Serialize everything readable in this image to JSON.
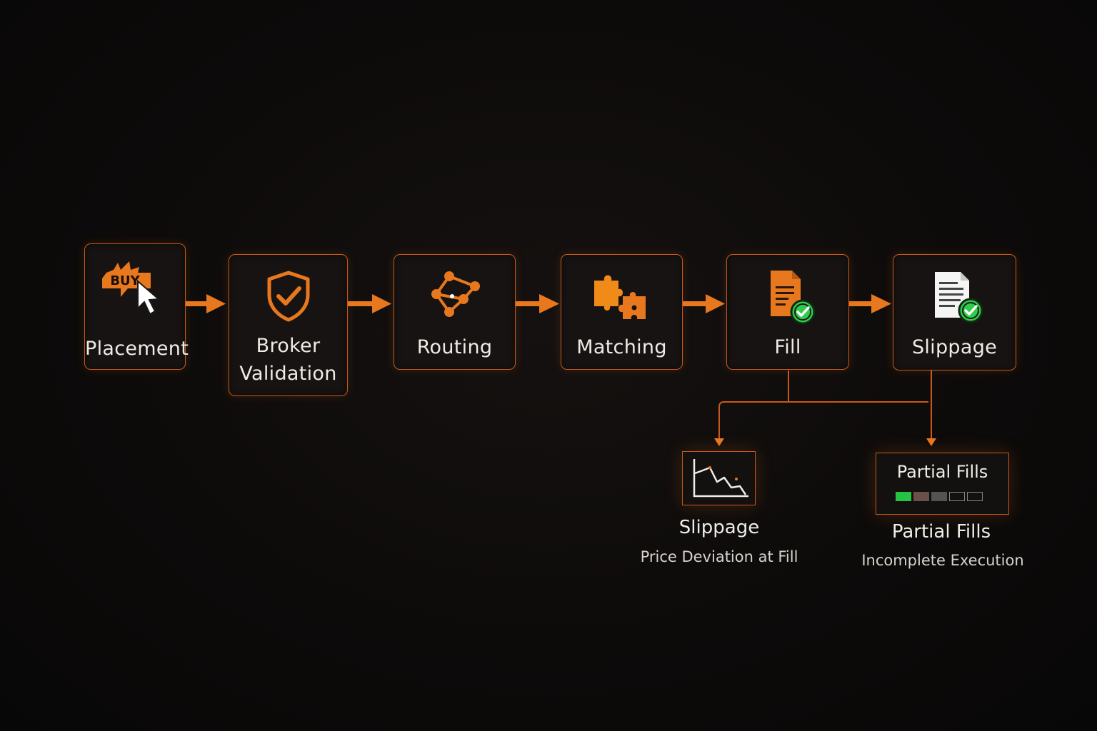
{
  "steps": [
    {
      "id": "placement",
      "label": "Placement",
      "icon": "buy-cursor-icon"
    },
    {
      "id": "broker-validation",
      "label_lines": [
        "Broker",
        "Validation"
      ],
      "icon": "shield-check-icon"
    },
    {
      "id": "routing",
      "label": "Routing",
      "icon": "network-nodes-icon"
    },
    {
      "id": "matching",
      "label": "Matching",
      "icon": "puzzle-icon"
    },
    {
      "id": "fill",
      "label": "Fill",
      "icon": "document-check-icon"
    },
    {
      "id": "slippage",
      "label": "Slippage",
      "icon": "report-check-icon"
    }
  ],
  "placement_badge": "BUY",
  "outcomes": [
    {
      "title": "Slippage",
      "subtitle": "Price Deviation at Fill",
      "icon": "declining-line-chart-icon"
    },
    {
      "title": "Partial Fills",
      "subtitle": "Incomplete Execution",
      "inner_label": "Partial Fills",
      "icon": "segmented-progress-icon",
      "segments": [
        {
          "color": "#25c243"
        },
        {
          "color": "#6b5047"
        },
        {
          "color": "#535353"
        },
        {
          "color": "none"
        },
        {
          "color": "none"
        }
      ]
    }
  ],
  "colors": {
    "accent": "#e8781e",
    "border": "#c9581a",
    "success": "#2ecc4a",
    "background": "#0d0b0a"
  }
}
